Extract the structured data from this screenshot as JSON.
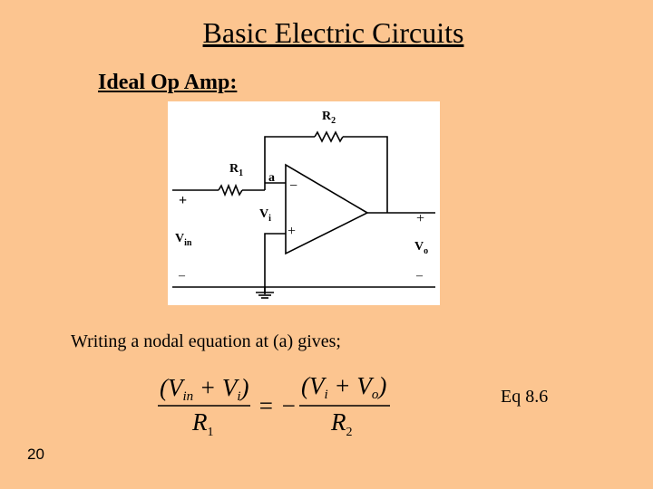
{
  "slide": {
    "title": "Basic Electric Circuits",
    "subtitle": "Ideal Op Amp:",
    "body_text": "Writing a nodal equation at (a) gives;",
    "equation_ref": "Eq 8.6",
    "page_number": "20"
  },
  "circuit": {
    "r2_label": "R",
    "r2_sub": "2",
    "r1_label": "R",
    "r1_sub": "1",
    "node_a": "a",
    "opamp_minus": "−",
    "opamp_plus": "+",
    "vi_label": "V",
    "vi_sub": "i",
    "vin_label": "V",
    "vin_sub": "in",
    "vin_plus": "+",
    "vin_minus": "–",
    "vo_label": "V",
    "vo_sub": "o",
    "vo_plus": "+",
    "vo_minus": "–"
  },
  "equation": {
    "lhs_num": "(Vin + Vi)",
    "lhs_den": "R1",
    "relation": "= −",
    "rhs_num": "(Vi + Vo)",
    "rhs_den": "R2"
  },
  "colors": {
    "background": "#fcc590",
    "circuit_bg": "#ffffff",
    "ink": "#000000"
  }
}
